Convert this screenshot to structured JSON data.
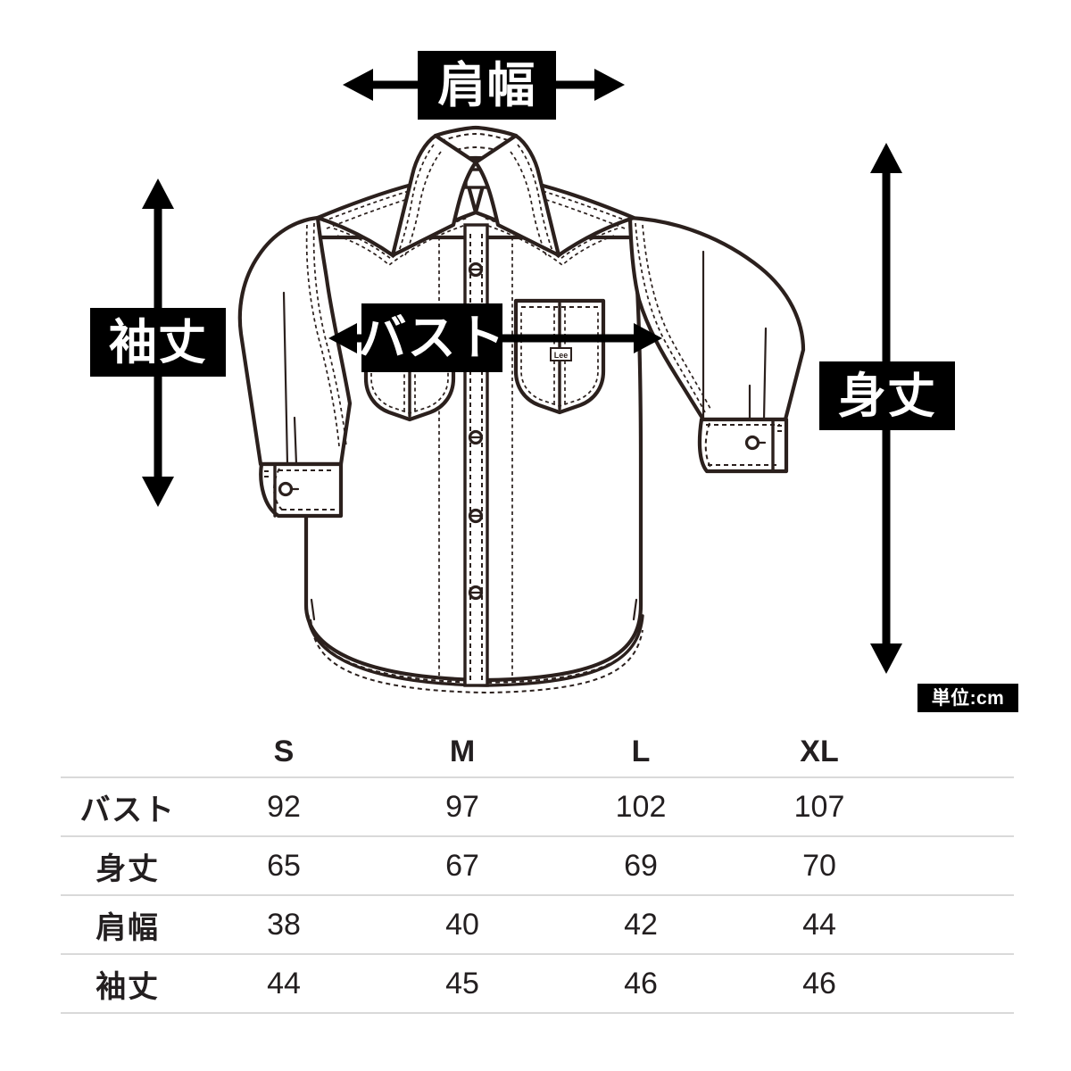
{
  "diagram": {
    "garment": "long-sleeve-denim-shirt-technical-drawing",
    "brand_tag": "Lee",
    "badges": {
      "shoulder": "肩幅",
      "sleeve": "袖丈",
      "body": "身丈",
      "bust": "バスト",
      "unit": "単位:cm"
    }
  },
  "table": {
    "corner": "",
    "columns": [
      "S",
      "M",
      "L",
      "XL"
    ],
    "rows": [
      {
        "label": "バスト",
        "values": [
          "92",
          "97",
          "102",
          "107"
        ]
      },
      {
        "label": "身丈",
        "values": [
          "65",
          "67",
          "69",
          "70"
        ]
      },
      {
        "label": "肩幅",
        "values": [
          "38",
          "40",
          "42",
          "44"
        ]
      },
      {
        "label": "袖丈",
        "values": [
          "44",
          "45",
          "46",
          "46"
        ]
      }
    ]
  },
  "colors": {
    "ink": "#2b201d",
    "badge_bg": "#000000",
    "badge_text": "#ffffff",
    "rule": "#d9d9d9",
    "text": "#231f20",
    "page_bg": "#ffffff"
  }
}
